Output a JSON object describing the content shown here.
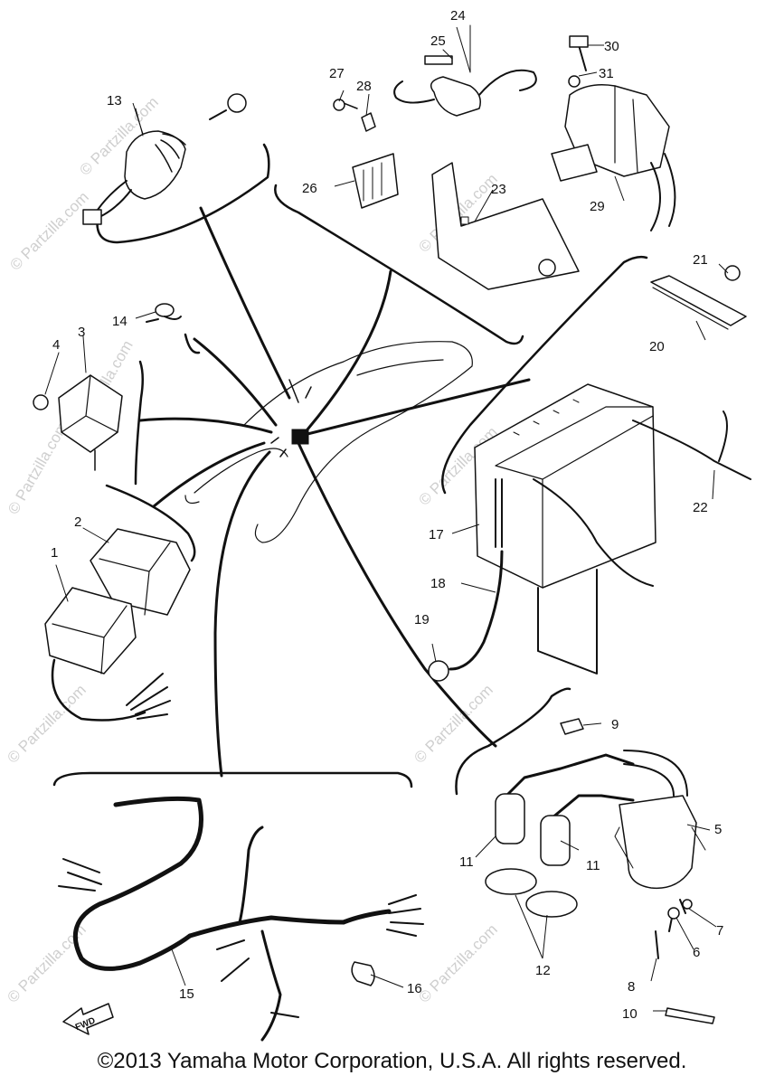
{
  "diagram": {
    "callouts": [
      "1",
      "2",
      "3",
      "4",
      "5",
      "6",
      "7",
      "8",
      "9",
      "10",
      "11",
      "11",
      "12",
      "13",
      "14",
      "15",
      "16",
      "17",
      "18",
      "19",
      "20",
      "21",
      "22",
      "23",
      "24",
      "25",
      "26",
      "27",
      "28",
      "29",
      "30",
      "31"
    ],
    "fwd_label": "FWD",
    "watermark_text": "© Partzilla.com"
  },
  "footer": {
    "copyright": "©2013  Yamaha Motor Corporation, U.S.A. All rights reserved."
  }
}
